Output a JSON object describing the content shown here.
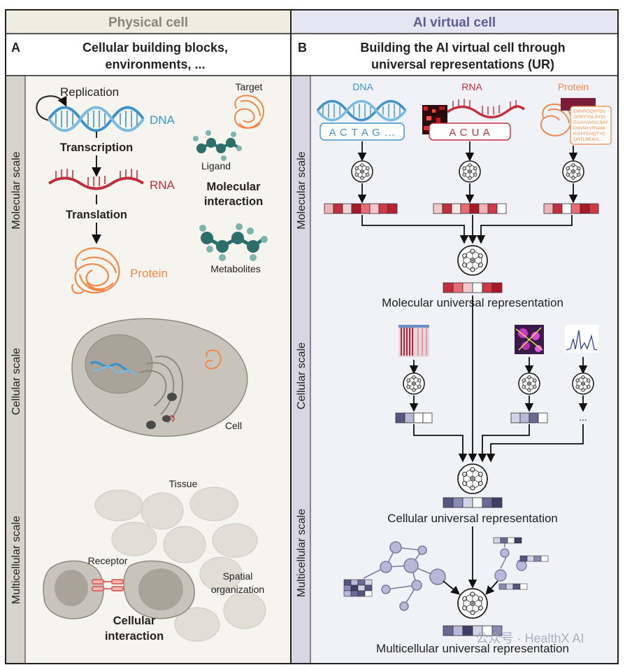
{
  "headers": {
    "left": "Physical cell",
    "right": "AI virtual cell"
  },
  "panel_a": {
    "letter": "A",
    "title_line1": "Cellular building blocks,",
    "title_line2": "environments, ..."
  },
  "panel_b": {
    "letter": "B",
    "title_line1": "Building the AI virtual cell through",
    "title_line2": "universal representations (UR)"
  },
  "scales": {
    "molecular": "Molecular scale",
    "cellular": "Cellular scale",
    "multicellular": "Multicellular scale"
  },
  "left": {
    "replication": "Replication",
    "dna": "DNA",
    "transcription": "Transcription",
    "rna": "RNA",
    "translation": "Translation",
    "protein": "Protein",
    "target": "Target",
    "ligand": "Ligand",
    "molecular_interaction_1": "Molecular",
    "molecular_interaction_2": "interaction",
    "metabolites": "Metabolites",
    "cell": "Cell",
    "tissue": "Tissue",
    "receptor": "Receptor",
    "spatial_1": "Spatial",
    "spatial_2": "organization",
    "cellular_interaction_1": "Cellular",
    "cellular_interaction_2": "interaction"
  },
  "right": {
    "dna": "DNA",
    "rna": "RNA",
    "protein": "Protein",
    "dna_seq": "A C T A G ...",
    "rna_seq": "A C U A",
    "protein_seq": [
      "EMVRGQVFDV",
      "GPRYTNLSYIG",
      "EGAYGMVCSAY",
      "DNVNKVRVAIK",
      "KISPFEHQTYC",
      "QRTLREIKIL..."
    ],
    "molecular_ur": "Molecular universal representation",
    "cellular_ur": "Cellular universal representation",
    "multicellular_ur": "Multicellular universal representation",
    "ellipsis": "..."
  },
  "watermark": "公众号 · HealthX AI",
  "colors": {
    "dna_blue": "#3f93c8",
    "rna_red": "#c0303e",
    "protein_orange": "#f08a4b",
    "molecule_teal": "#2d6e6a",
    "cell_gray": "#c9c4bb",
    "sidebar": "#d9d6e4",
    "right_bg": "#f1f1f8",
    "left_bg": "#f6f4ef"
  }
}
